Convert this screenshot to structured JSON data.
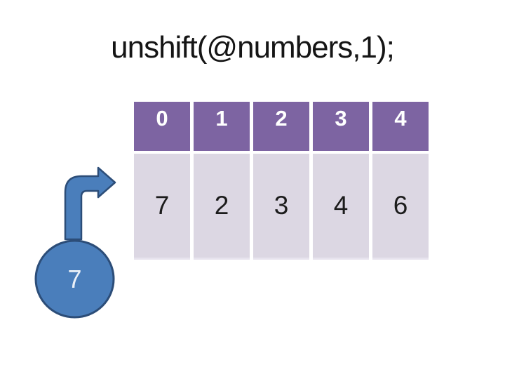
{
  "title": "unshift(@numbers,1);",
  "array_table": {
    "indices": [
      "0",
      "1",
      "2",
      "3",
      "4"
    ],
    "values": [
      "7",
      "2",
      "3",
      "4",
      "6"
    ]
  },
  "insert_shape": {
    "value": "7",
    "arrow_icon": "bent-up-right-arrow"
  },
  "colors": {
    "background": "#FFFFFF",
    "title_text": "#151515",
    "index_row_bg": "#7D64A2",
    "index_row_text": "#FFFFFF",
    "value_row_bg": "#DCD7E3",
    "value_row_text": "#1C1C1C",
    "shape_fill": "#4A7EBB",
    "shape_outline": "#2C4D78",
    "shape_text": "#EAF0F8"
  }
}
